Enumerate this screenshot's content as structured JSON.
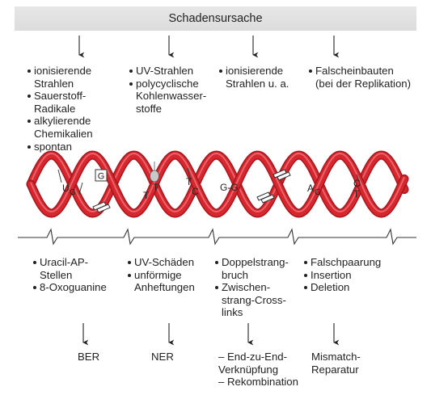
{
  "header": {
    "title": "Schadensursache"
  },
  "causes": [
    {
      "lines": [
        {
          "text": "ionisierende",
          "bullet": true
        },
        {
          "text": "Strahlen",
          "bullet": false
        },
        {
          "text": "Sauerstoff-",
          "bullet": true
        },
        {
          "text": "Radikale",
          "bullet": false
        },
        {
          "text": "alkylierende",
          "bullet": true
        },
        {
          "text": "Chemikalien",
          "bullet": false
        },
        {
          "text": "spontan",
          "bullet": true
        }
      ]
    },
    {
      "lines": [
        {
          "text": "UV-Strahlen",
          "bullet": true
        },
        {
          "text": "polycyclische",
          "bullet": true
        },
        {
          "text": "Kohlenwasser-",
          "bullet": false
        },
        {
          "text": "stoffe",
          "bullet": false
        }
      ]
    },
    {
      "lines": [
        {
          "text": "ionisierende",
          "bullet": true
        },
        {
          "text": "Strahlen u. a.",
          "bullet": false
        }
      ]
    },
    {
      "lines": [
        {
          "text": "Falscheinbauten",
          "bullet": true
        },
        {
          "text": "(bei der Replikation)",
          "bullet": false
        }
      ]
    }
  ],
  "dna_labels": {
    "u": "U",
    "g": "G",
    "boxed": "G",
    "t": "T",
    "c": "C",
    "gg": "G-G",
    "a": "A"
  },
  "damages": [
    {
      "lines": [
        {
          "text": "Uracil-AP-",
          "bullet": true
        },
        {
          "text": "Stellen",
          "bullet": false
        },
        {
          "text": "8-Oxoguanine",
          "bullet": true
        }
      ]
    },
    {
      "lines": [
        {
          "text": "UV-Schäden",
          "bullet": true
        },
        {
          "text": "unförmige",
          "bullet": true
        },
        {
          "text": "Anheftungen",
          "bullet": false
        }
      ]
    },
    {
      "lines": [
        {
          "text": "Doppelstrang-",
          "bullet": true
        },
        {
          "text": "bruch",
          "bullet": false
        },
        {
          "text": "Zwischen-",
          "bullet": true
        },
        {
          "text": "strang-Cross-",
          "bullet": false
        },
        {
          "text": "links",
          "bullet": false
        }
      ]
    },
    {
      "lines": [
        {
          "text": "Falschpaarung",
          "bullet": true
        },
        {
          "text": "Insertion",
          "bullet": true
        },
        {
          "text": "Deletion",
          "bullet": true
        }
      ]
    }
  ],
  "repairs": [
    {
      "lines": [
        "BER"
      ]
    },
    {
      "lines": [
        "NER"
      ]
    },
    {
      "lines": [
        "– End-zu-End-",
        "Verknüpfung",
        "– Rekombination"
      ]
    },
    {
      "lines": [
        "Mismatch-",
        "Reparatur"
      ]
    }
  ],
  "colors": {
    "strand": "#d8262e",
    "strand_dark": "#a3171d",
    "strand_light": "#f07f84",
    "header_bg": "#e0e0e0",
    "text": "#222222"
  }
}
